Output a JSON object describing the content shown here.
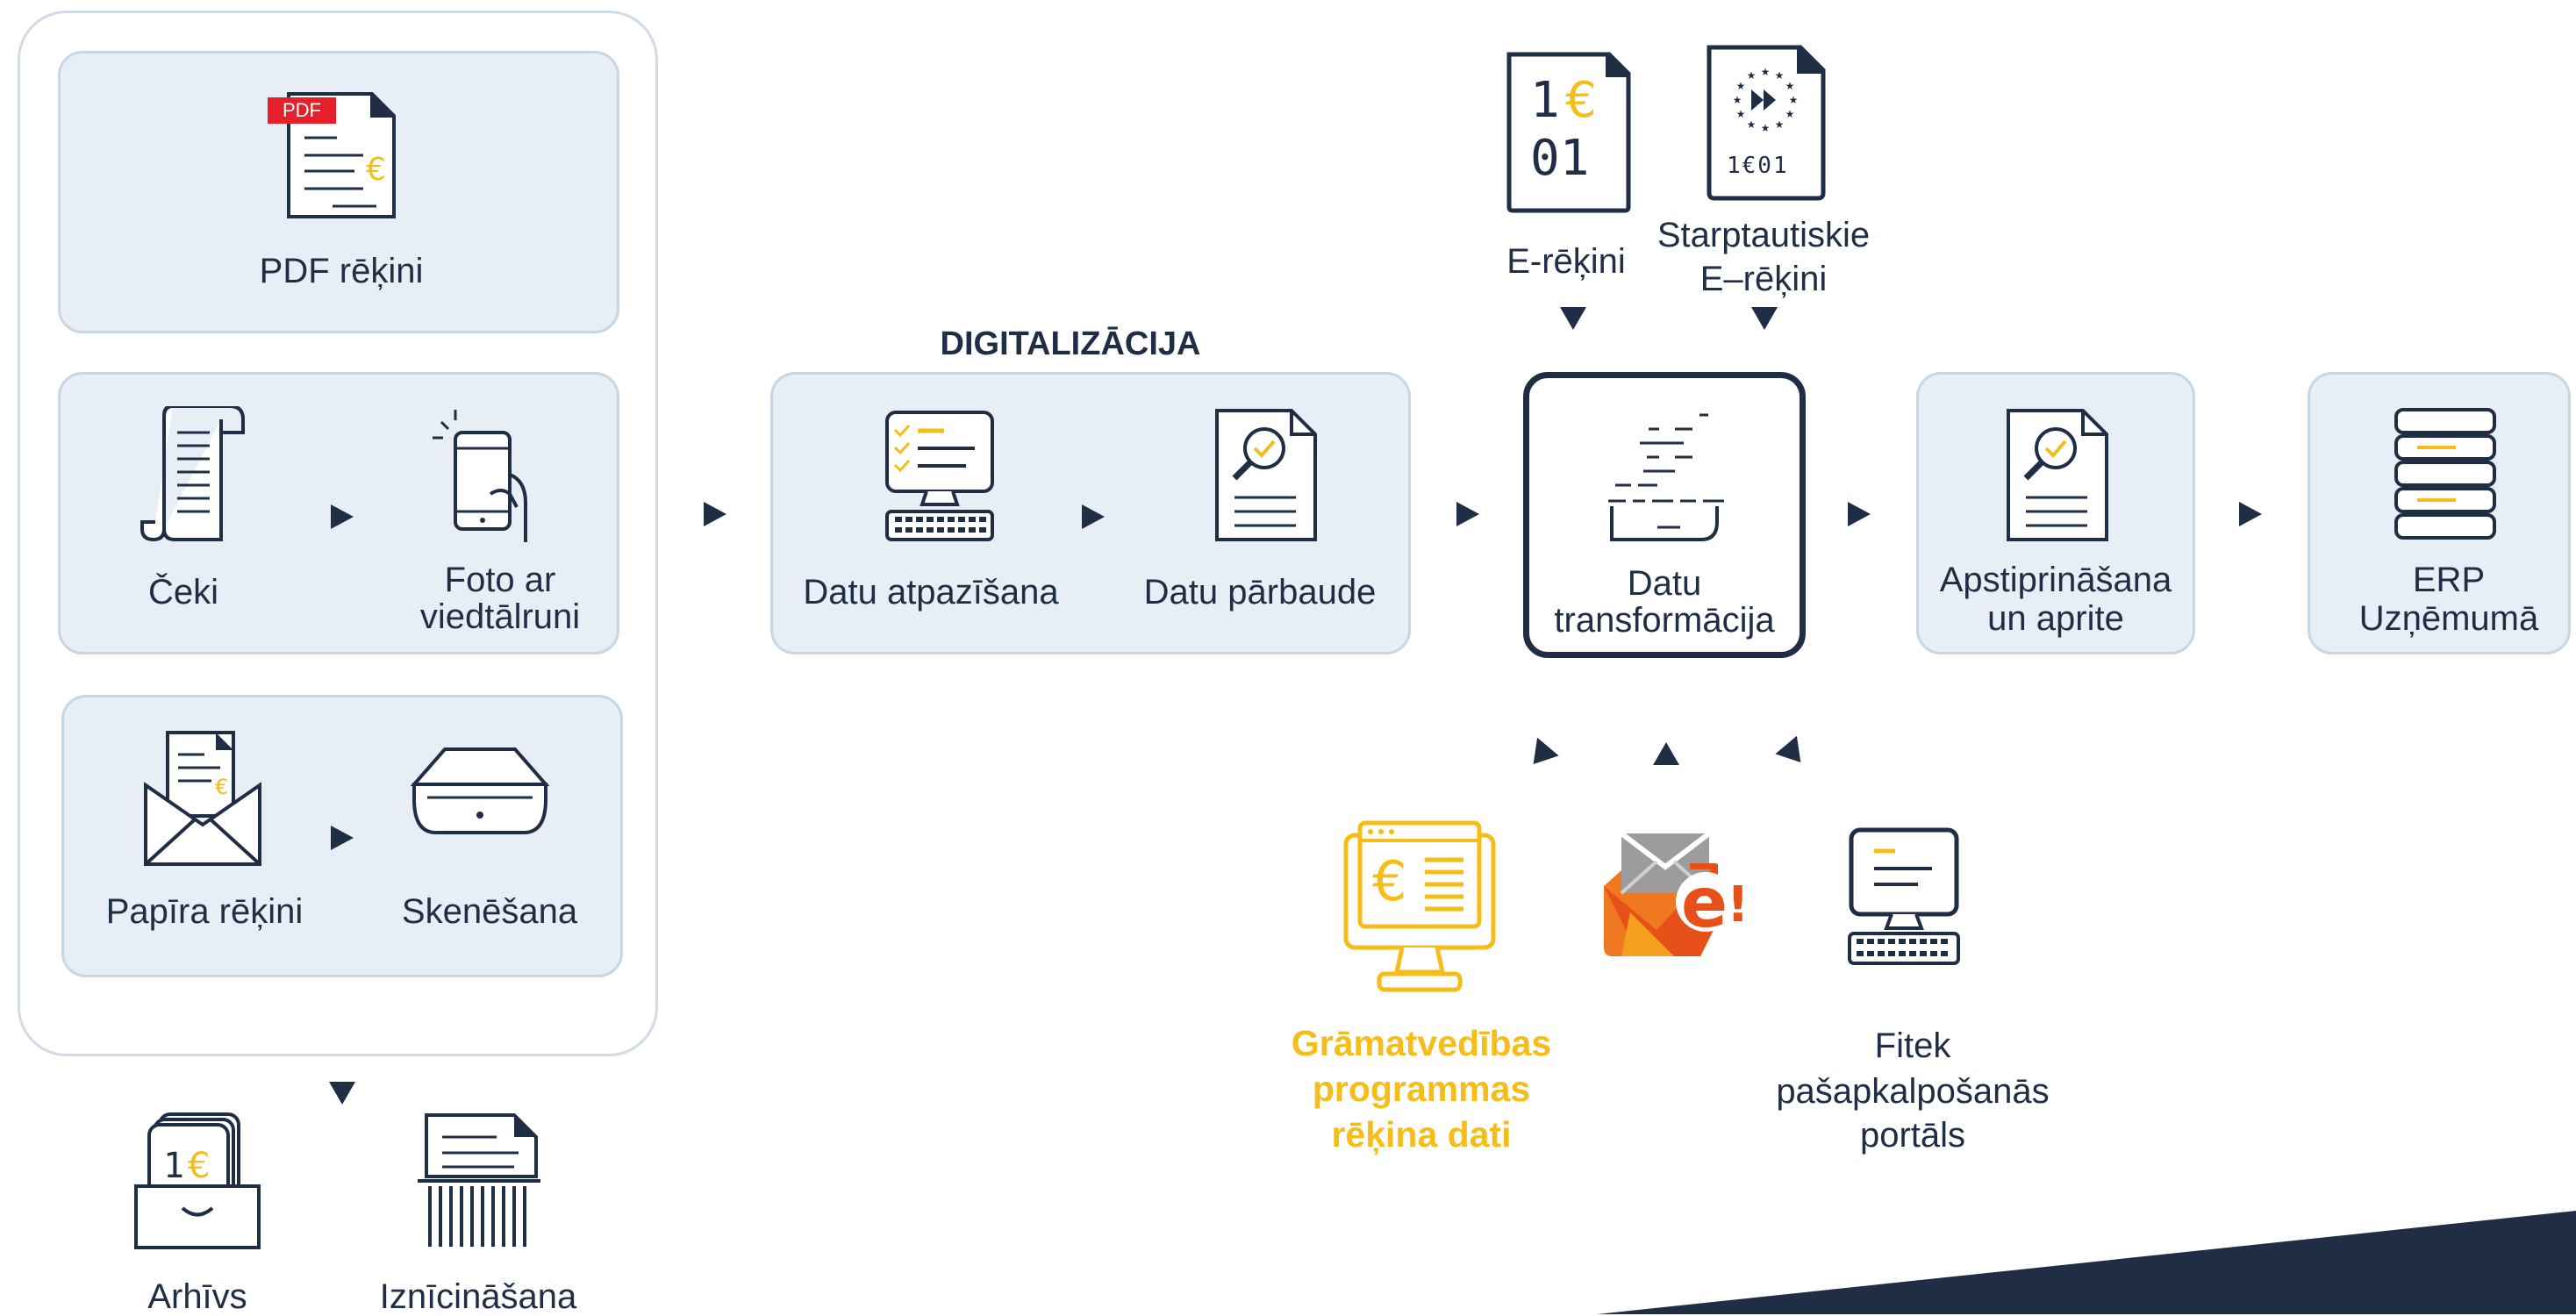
{
  "left_group": {
    "pdf_label": "PDF rēķini",
    "pdf_badge": "PDF",
    "receipts_label": "Čeki",
    "photo_label_1": "Foto ar",
    "photo_label_2": "viedtālruni",
    "paper_label": "Papīra rēķini",
    "scan_label": "Skenēšana"
  },
  "bottom_left": {
    "archive_label": "Arhīvs",
    "destroy_label": "Iznīcināšana",
    "archive_card_text": "1€"
  },
  "digitalization": {
    "title": "DIGITALIZĀCIJA",
    "recognition_label": "Datu atpazīšana",
    "check_label": "Datu pārbaude"
  },
  "top_inputs": {
    "einvoice_label": "E-rēķini",
    "einvoice_glyph_1": "1",
    "einvoice_glyph_euro": "€",
    "einvoice_glyph_2": "01",
    "intl_label_1": "Starptautiskie",
    "intl_label_2": "E–rēķini",
    "intl_glyph": "1€01"
  },
  "transform": {
    "label_1": "Datu",
    "label_2": "transformācija"
  },
  "approval": {
    "label_1": "Apstiprināšana",
    "label_2": "un aprite"
  },
  "erp": {
    "label_1": "ERP",
    "label_2": "Uzņēmumā"
  },
  "bottom_sources": {
    "accounting_label_1": "Grāmatvedības",
    "accounting_label_2": "programmas",
    "accounting_label_3": "rēķina dati",
    "portal_label_1": "Fitek",
    "portal_label_2": "pašapkalpošanās",
    "portal_label_3": "portāls"
  },
  "colors": {
    "navy": "#1f2d45",
    "card_fill": "#e7eef5",
    "card_border": "#c7d6e3",
    "accent_yellow": "#f6bd1a",
    "pdf_red": "#e5202a"
  }
}
